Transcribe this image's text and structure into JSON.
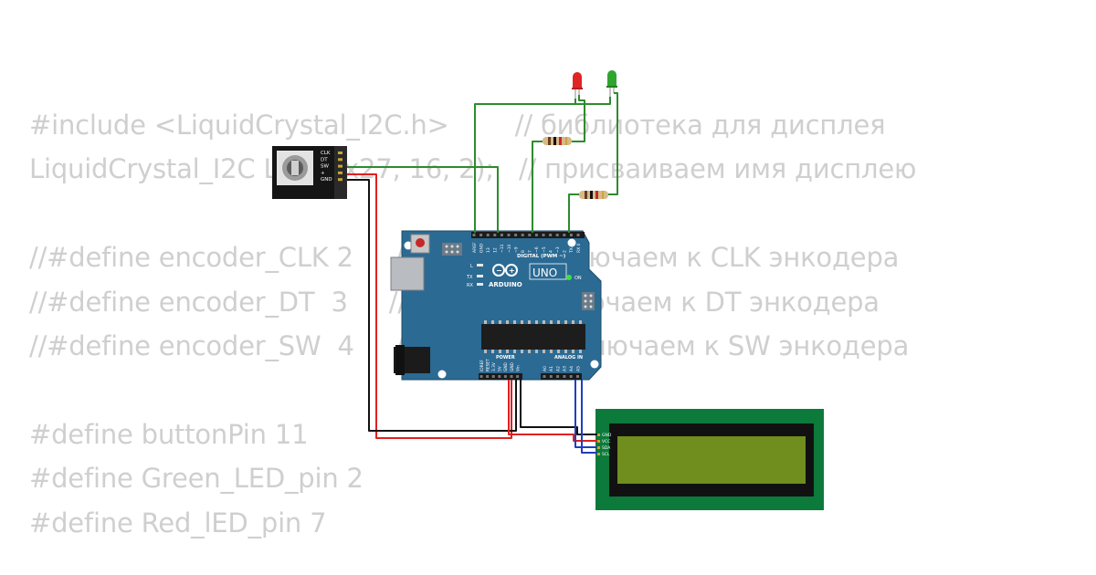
{
  "code_lines": [
    "#include <LiquidCrystal_I2C.h>        // библиотека для дисплея",
    "LiquidCrystal_I2C LCD(0x27, 16, 2);   // присваиваем имя дисплею",
    "",
    "//#define encoder_CLK 2     // пин 2 подключаем к CLK энкодера",
    "//#define encoder_DT  3     // пин 3 подключаем к DT энкодера",
    "//#define encoder_SW  4     // пин 11 подключаем к SW энкодера",
    "",
    "#define buttonPin 11",
    "#define Green_LED_pin 2",
    "#define Red_lED_pin 7"
  ],
  "encoder": {
    "pins": [
      "CLK",
      "DT",
      "SW",
      "+",
      "GND"
    ]
  },
  "arduino": {
    "brand": "ARDUINO",
    "model": "UNO",
    "on_label": "ON",
    "digital_label": "DIGITAL (PWM ~)",
    "power_label": "POWER",
    "analog_label": "ANALOG IN",
    "tx_label": "TX",
    "rx_label": "RX",
    "l_label": "L",
    "digital_pins": [
      "AREF",
      "GND",
      "13",
      "12",
      "~11",
      "~10",
      "~9",
      "8",
      "7",
      "~6",
      "~5",
      "4",
      "~3",
      "2",
      "TX 1",
      "RX 0"
    ],
    "power_pins": [
      "IOREF",
      "RESET",
      "3.3V",
      "5V",
      "GND",
      "GND",
      "Vin"
    ],
    "analog_pins": [
      "A0",
      "A1",
      "A2",
      "A3",
      "A4",
      "A5"
    ]
  },
  "lcd": {
    "pins": [
      "GND",
      "VCC",
      "SDA",
      "SCL"
    ]
  },
  "colors": {
    "board": "#2b6a93",
    "wire_green": "#2e8b2e",
    "wire_red": "#e02020",
    "wire_black": "#111111",
    "wire_blue": "#1f3fbf",
    "lcd_pcb": "#0c7a3a",
    "lcd_screen": "#6f8e1e",
    "led_red": "#e02525",
    "led_green": "#2fa52f"
  }
}
